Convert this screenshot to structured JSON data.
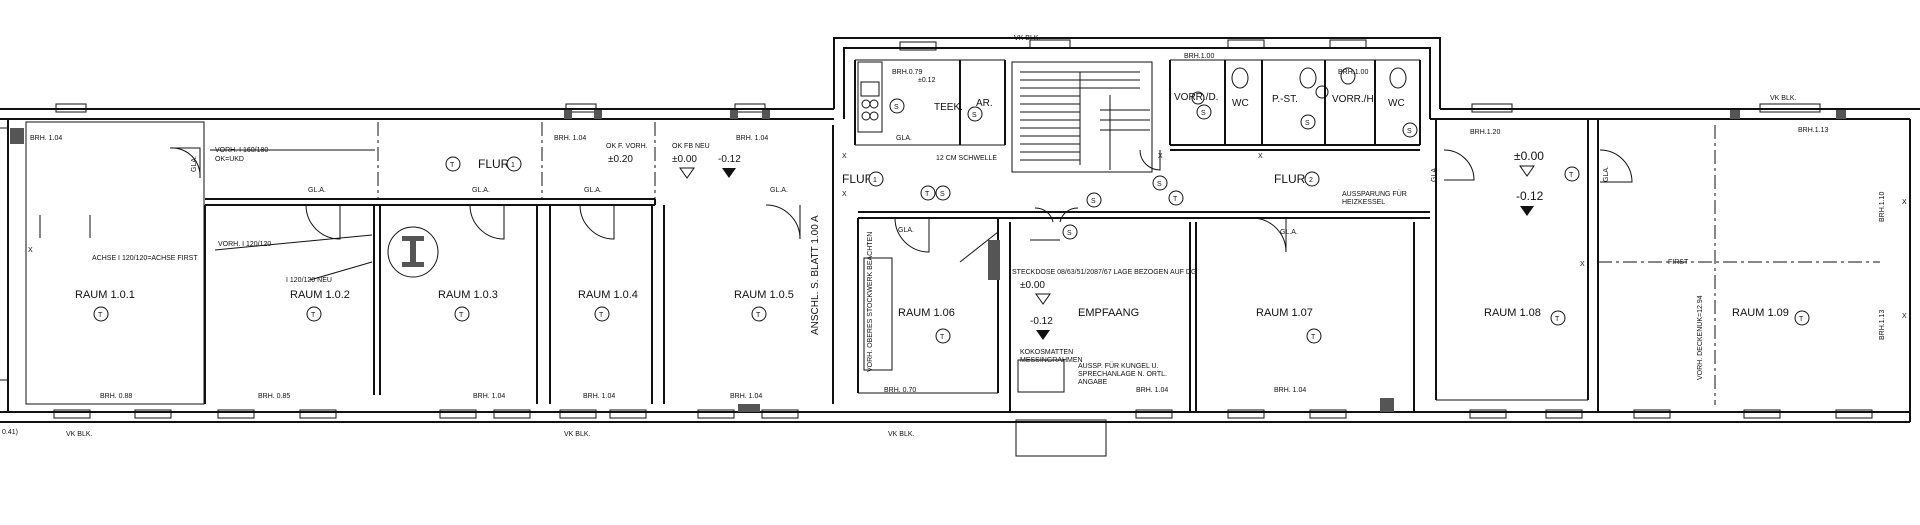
{
  "rooms": {
    "r101": "RAUM 1.0.1",
    "r102": "RAUM 1.0.2",
    "r103": "RAUM 1.0.3",
    "r104": "RAUM 1.0.4",
    "r105": "RAUM 1.0.5",
    "r106": "RAUM   1.06",
    "r107": "RAUM   1.07",
    "r108": "RAUM   1.08",
    "r109": "RAUM  1.09",
    "empfang": "EMPFAANG",
    "flur1a": "FLUR",
    "flur1b": "FLUR",
    "flur2": "FLUR",
    "teek": "TEEK.",
    "ar": "AR.",
    "wc1": "WC",
    "wc2": "WC",
    "vorr_d": "VORR./D.",
    "vorr_h": "VORR./H.",
    "pst": "P.-ST."
  },
  "markers": {
    "t": "T",
    "s": "S",
    "one": "1",
    "two": "2"
  },
  "levels": {
    "zero": "±0.00",
    "minus": "-0.12",
    "plus20": "±0.20",
    "okfbneu": "OK FB NEU",
    "okfvorh": "OK F. VORH."
  },
  "notes": {
    "vorh1": "VORH. I 160/180",
    "vorh1b": "OK=UKD",
    "achse": "ACHSE I 120/120=ACHSE FIRST",
    "vorh2": "VORH. I 120/120",
    "neu": "I 120/120  NEU",
    "anschl": "ANSCHL. S. BLATT 1.00 A",
    "steckdose": "STECKDOSE 08/63/51/2087/67 LAGE BEZOGEN AUF DG",
    "kokos": "KOKOSMATTEN",
    "kokos2": "MESSINGRAHMEN",
    "aussp": "AUSSP. FÜR KUNGEL U.",
    "aussp2": "SPRECHANLAGE N. ORTL.",
    "aussp3": "ANGABE",
    "ausspar": "AUSSPARUNG FÜR",
    "ausspar2": "HEIZKESSEL",
    "unterzug": "VORH. DECKENUK=12.94",
    "first": "FIRST",
    "treppe_note": "12 CM SCHWELLE",
    "vorh_note": "VORH. OBERES STOCKWERK BEACHTEN",
    "gla": "GLA.",
    "gl_a": "GL.A.",
    "x": "X"
  },
  "brh": {
    "b104": "BRH.  1.04",
    "b088": "BRH.  0.88",
    "b085": "BRH.      0.85",
    "b070": "BRH.  0.70",
    "b079": "BRH.0.79",
    "b100": "BRH.1.00",
    "b120": "BRH.1.20",
    "b113": "BRH.1.13",
    "b110": "BRH.1.10",
    "vkblk": "VK BLK.",
    "val041": "0.41)",
    "pm012": "±0.12"
  }
}
